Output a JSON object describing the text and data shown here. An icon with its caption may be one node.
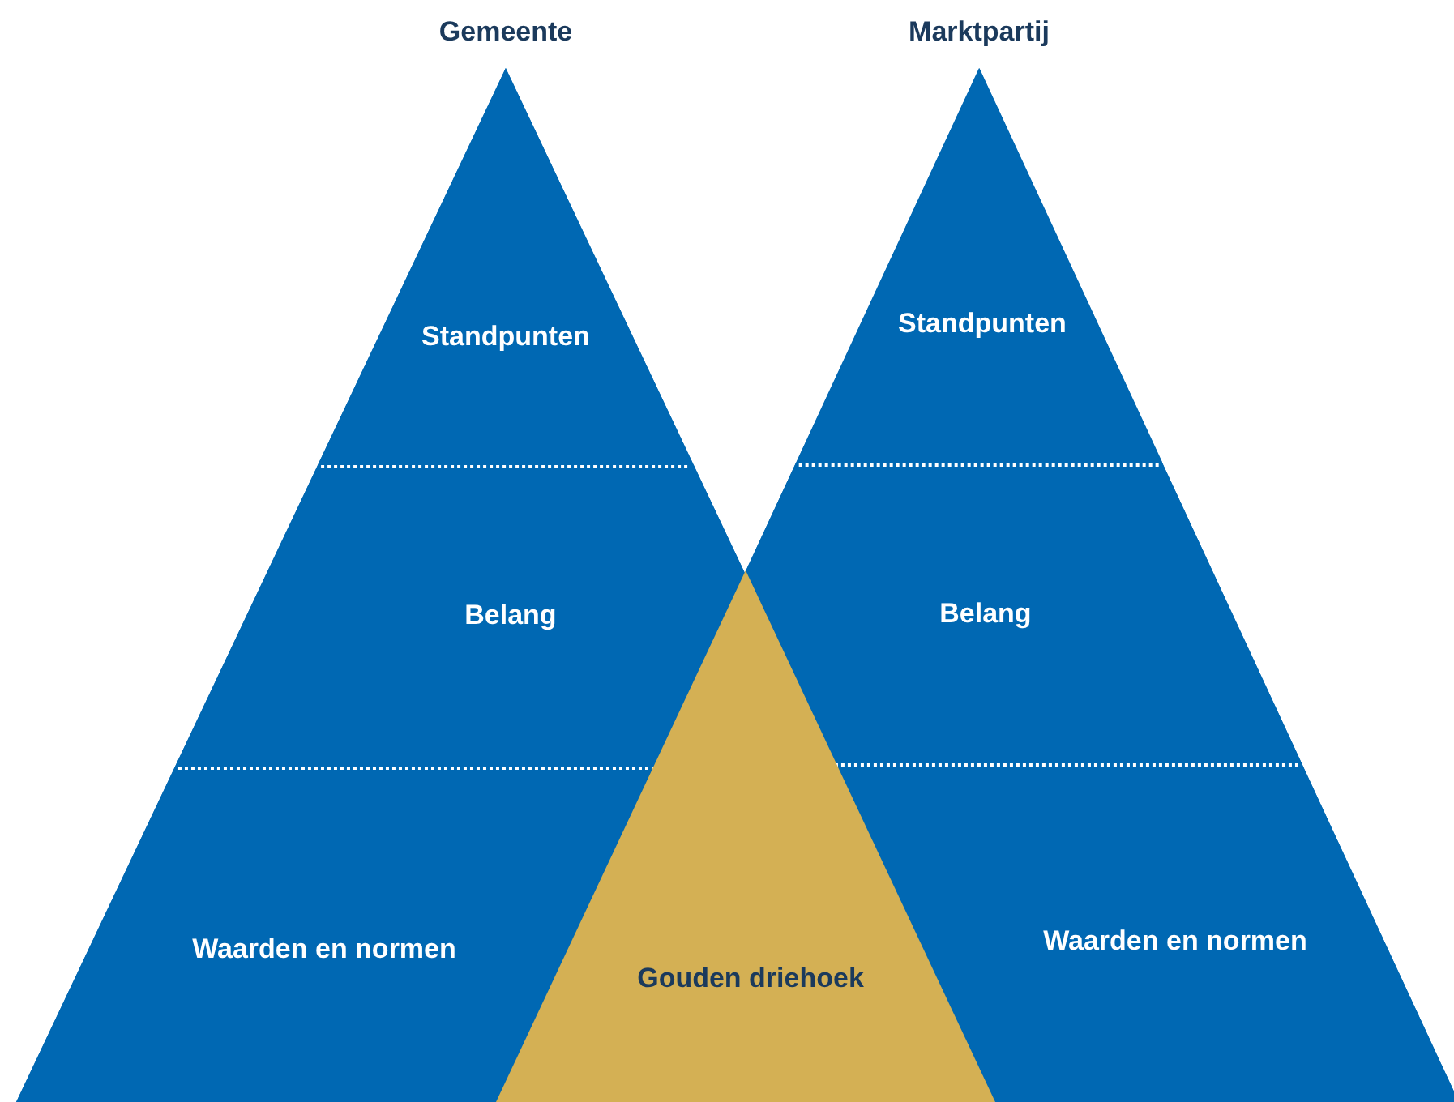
{
  "diagram": {
    "nodes": [
      {
        "text": [
          "Gemeente"
        ]
      },
      {
        "text": [
          "Standpunten"
        ],
        "in": 0
      },
      {
        "text": [
          "Belang"
        ],
        "in": 0
      },
      {
        "text": [
          "Waarden en normen"
        ],
        "in": 0
      },
      {
        "text": [
          "Marktpartij"
        ]
      },
      {
        "text": [
          "Standpunten"
        ],
        "in": 4
      },
      {
        "text": [
          "Belang"
        ],
        "in": 4
      },
      {
        "text": [
          "Waarden en normen"
        ],
        "in": 4
      },
      {
        "text": [
          "Gouden driehoek"
        ]
      }
    ]
  }
}
